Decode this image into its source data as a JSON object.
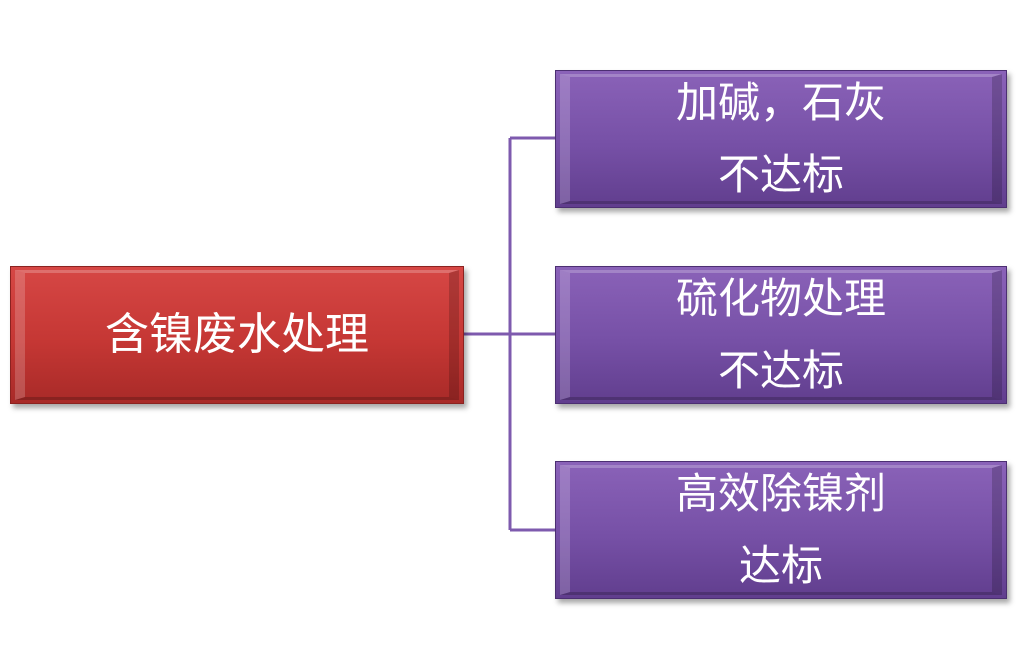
{
  "colors": {
    "root_fill": "#c53734",
    "child_fill": "#7650a6",
    "connector": "#7e5aae",
    "text": "#ffffff"
  },
  "root": {
    "label": "含镍废水处理"
  },
  "children": [
    {
      "line1": "加碱，石灰",
      "line2": "不达标"
    },
    {
      "line1": "硫化物处理",
      "line2": "不达标"
    },
    {
      "line1": "高效除镍剂",
      "line2": "达标"
    }
  ]
}
